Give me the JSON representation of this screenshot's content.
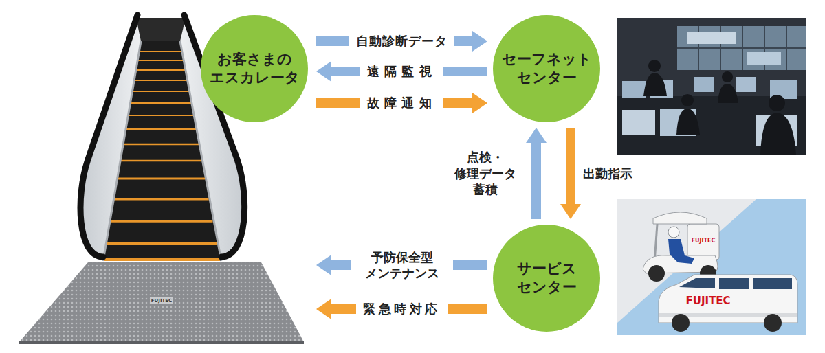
{
  "diagram": {
    "nodes": [
      {
        "text": [
          "お客さまの エスカレータ"
        ]
      },
      {
        "text": [
          "セーフネット センター"
        ]
      },
      {
        "text": [
          "サービス センター"
        ]
      }
    ],
    "edges": [
      {
        "from": 0,
        "to": 1,
        "label": "自動診断データ",
        "arrow": "to"
      },
      {
        "from": 1,
        "to": 0,
        "label": "遠隔監視",
        "arrow": "to"
      },
      {
        "from": 0,
        "to": 1,
        "label": "故障通知",
        "arrow": "to"
      },
      {
        "from": 2,
        "to": 1,
        "label": "点検・ 修理データ 蓄積",
        "arrow": "to"
      },
      {
        "from": 1,
        "to": 2,
        "label": "出勤指示",
        "arrow": "to"
      },
      {
        "from": 2,
        "to": 0,
        "label": "予防保全型 メンテナンス",
        "arrow": "to"
      },
      {
        "from": 2,
        "to": 0,
        "label": "緊急時対応",
        "arrow": "to"
      }
    ],
    "labels": [
      "FUJITEC",
      "FUJITEC",
      "FUJITEC"
    ]
  }
}
